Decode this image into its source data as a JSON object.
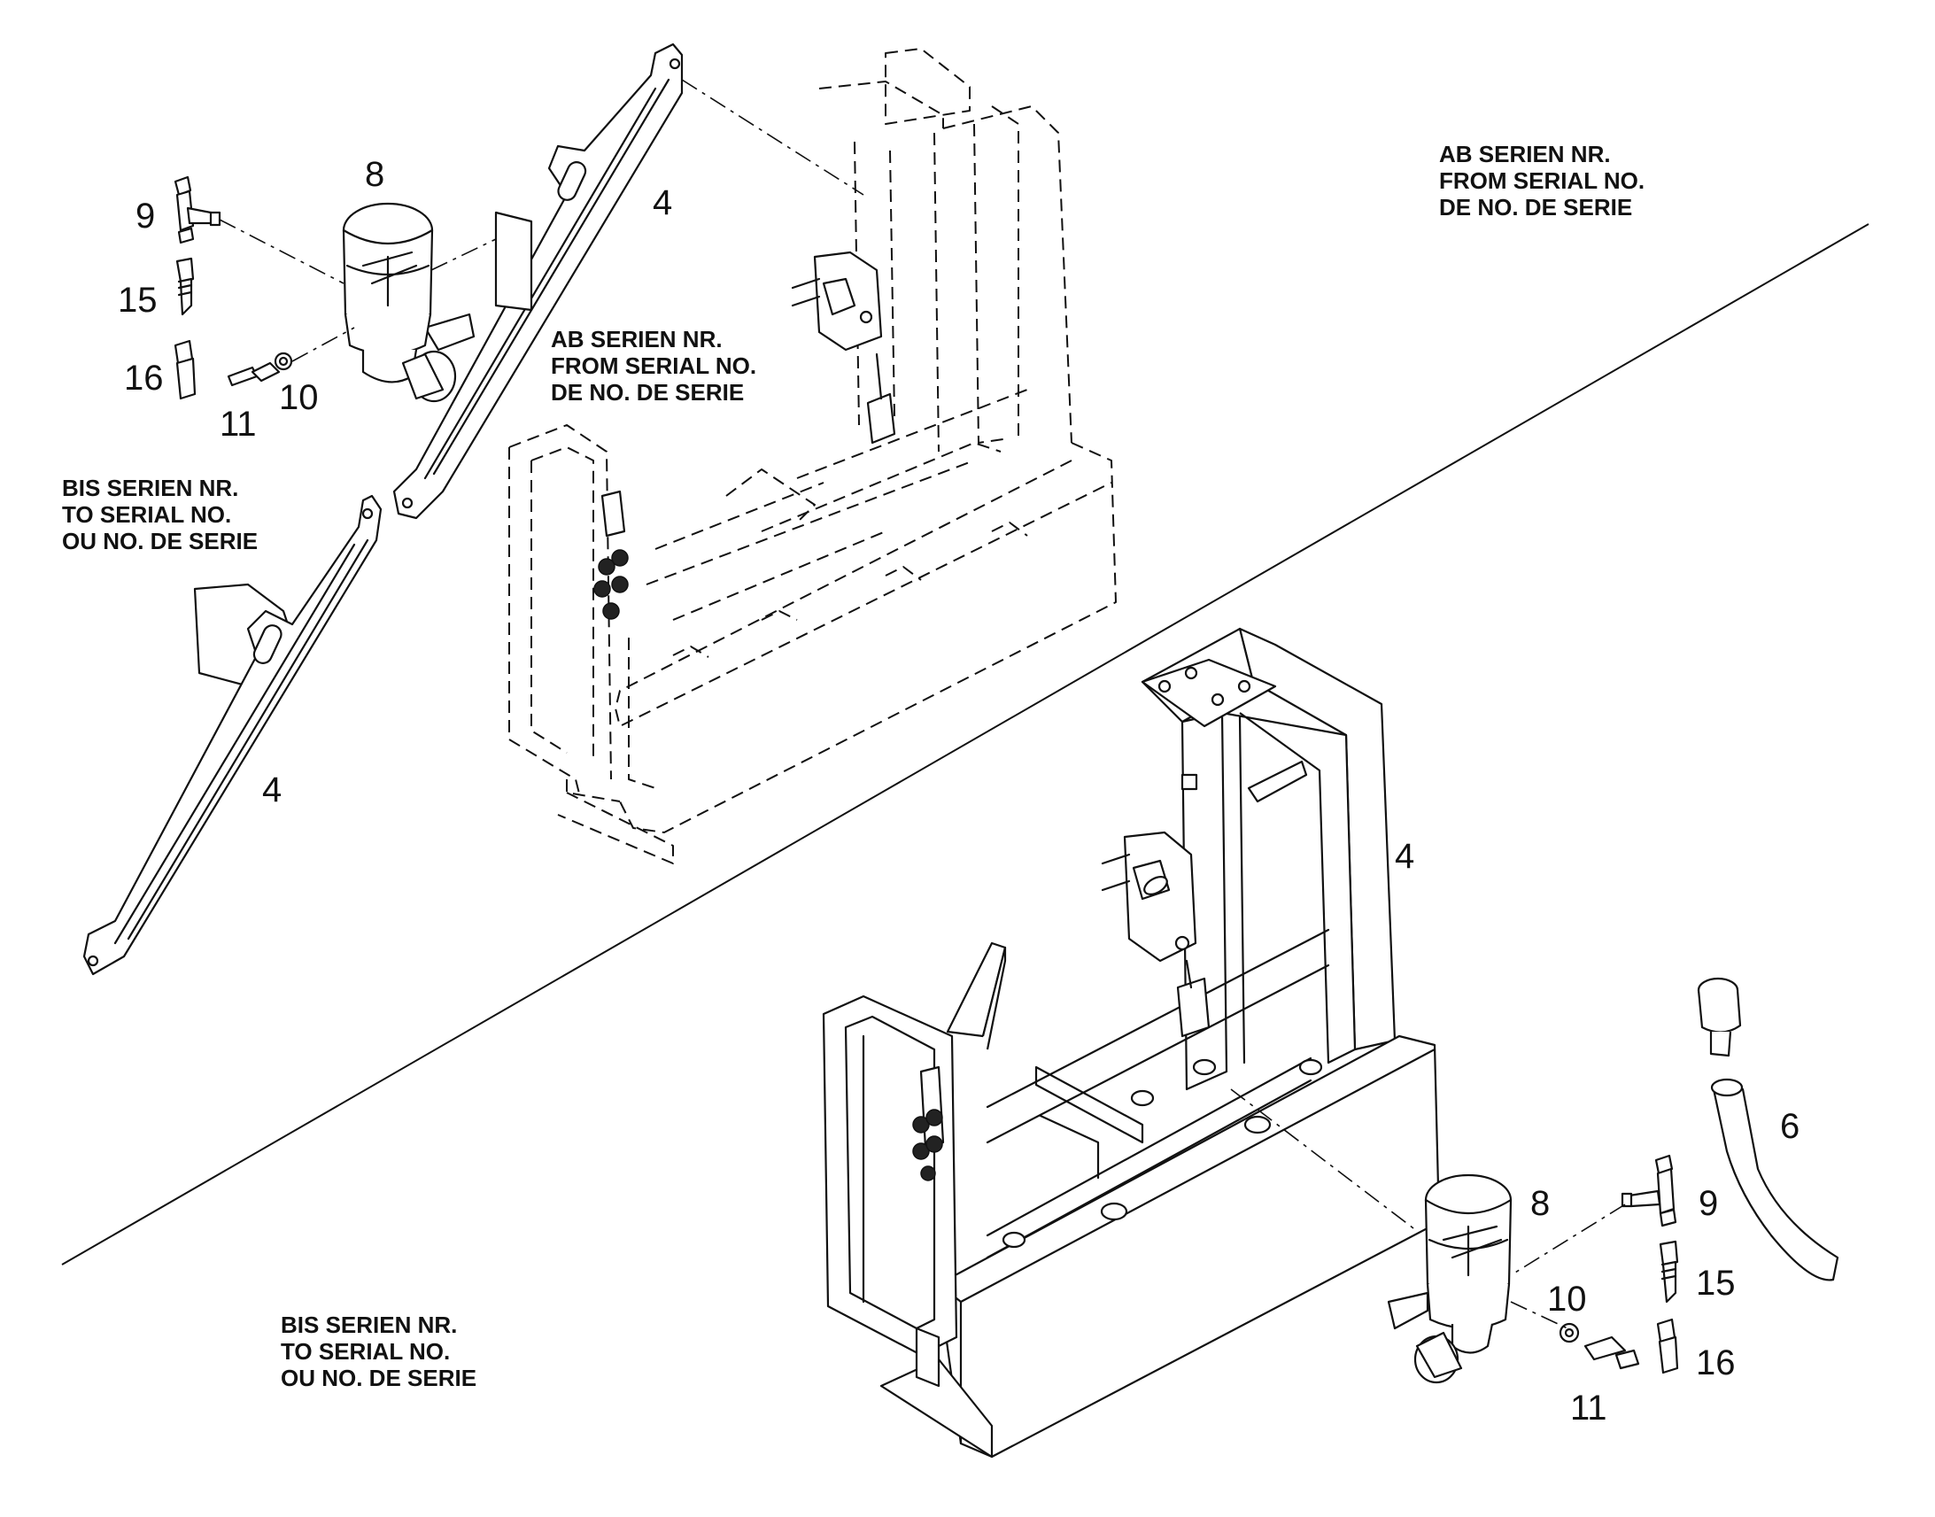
{
  "callouts": {
    "upper_4_rail": "4",
    "upper_8": "8",
    "upper_9": "9",
    "upper_15": "15",
    "upper_16": "16",
    "upper_11": "11",
    "upper_10": "10",
    "lower_left_4": "4",
    "lower_4": "4",
    "lower_6": "6",
    "lower_8": "8",
    "lower_9": "9",
    "lower_10": "10",
    "lower_15": "15",
    "lower_16": "16",
    "lower_11": "11"
  },
  "notes": {
    "top_right": [
      "AB SERIEN NR.",
      "FROM SERIAL NO.",
      "DE NO. DE SERIE"
    ],
    "upper_middle": [
      "AB SERIEN NR.",
      "FROM SERIAL NO.",
      "DE NO. DE SERIE"
    ],
    "upper_left": [
      "BIS SERIEN NR.",
      "TO SERIAL NO.",
      "OU NO. DE SERIE"
    ],
    "bottom_left": [
      "BIS SERIEN NR.",
      "TO SERIAL NO.",
      "OU NO. DE SERIE"
    ]
  }
}
